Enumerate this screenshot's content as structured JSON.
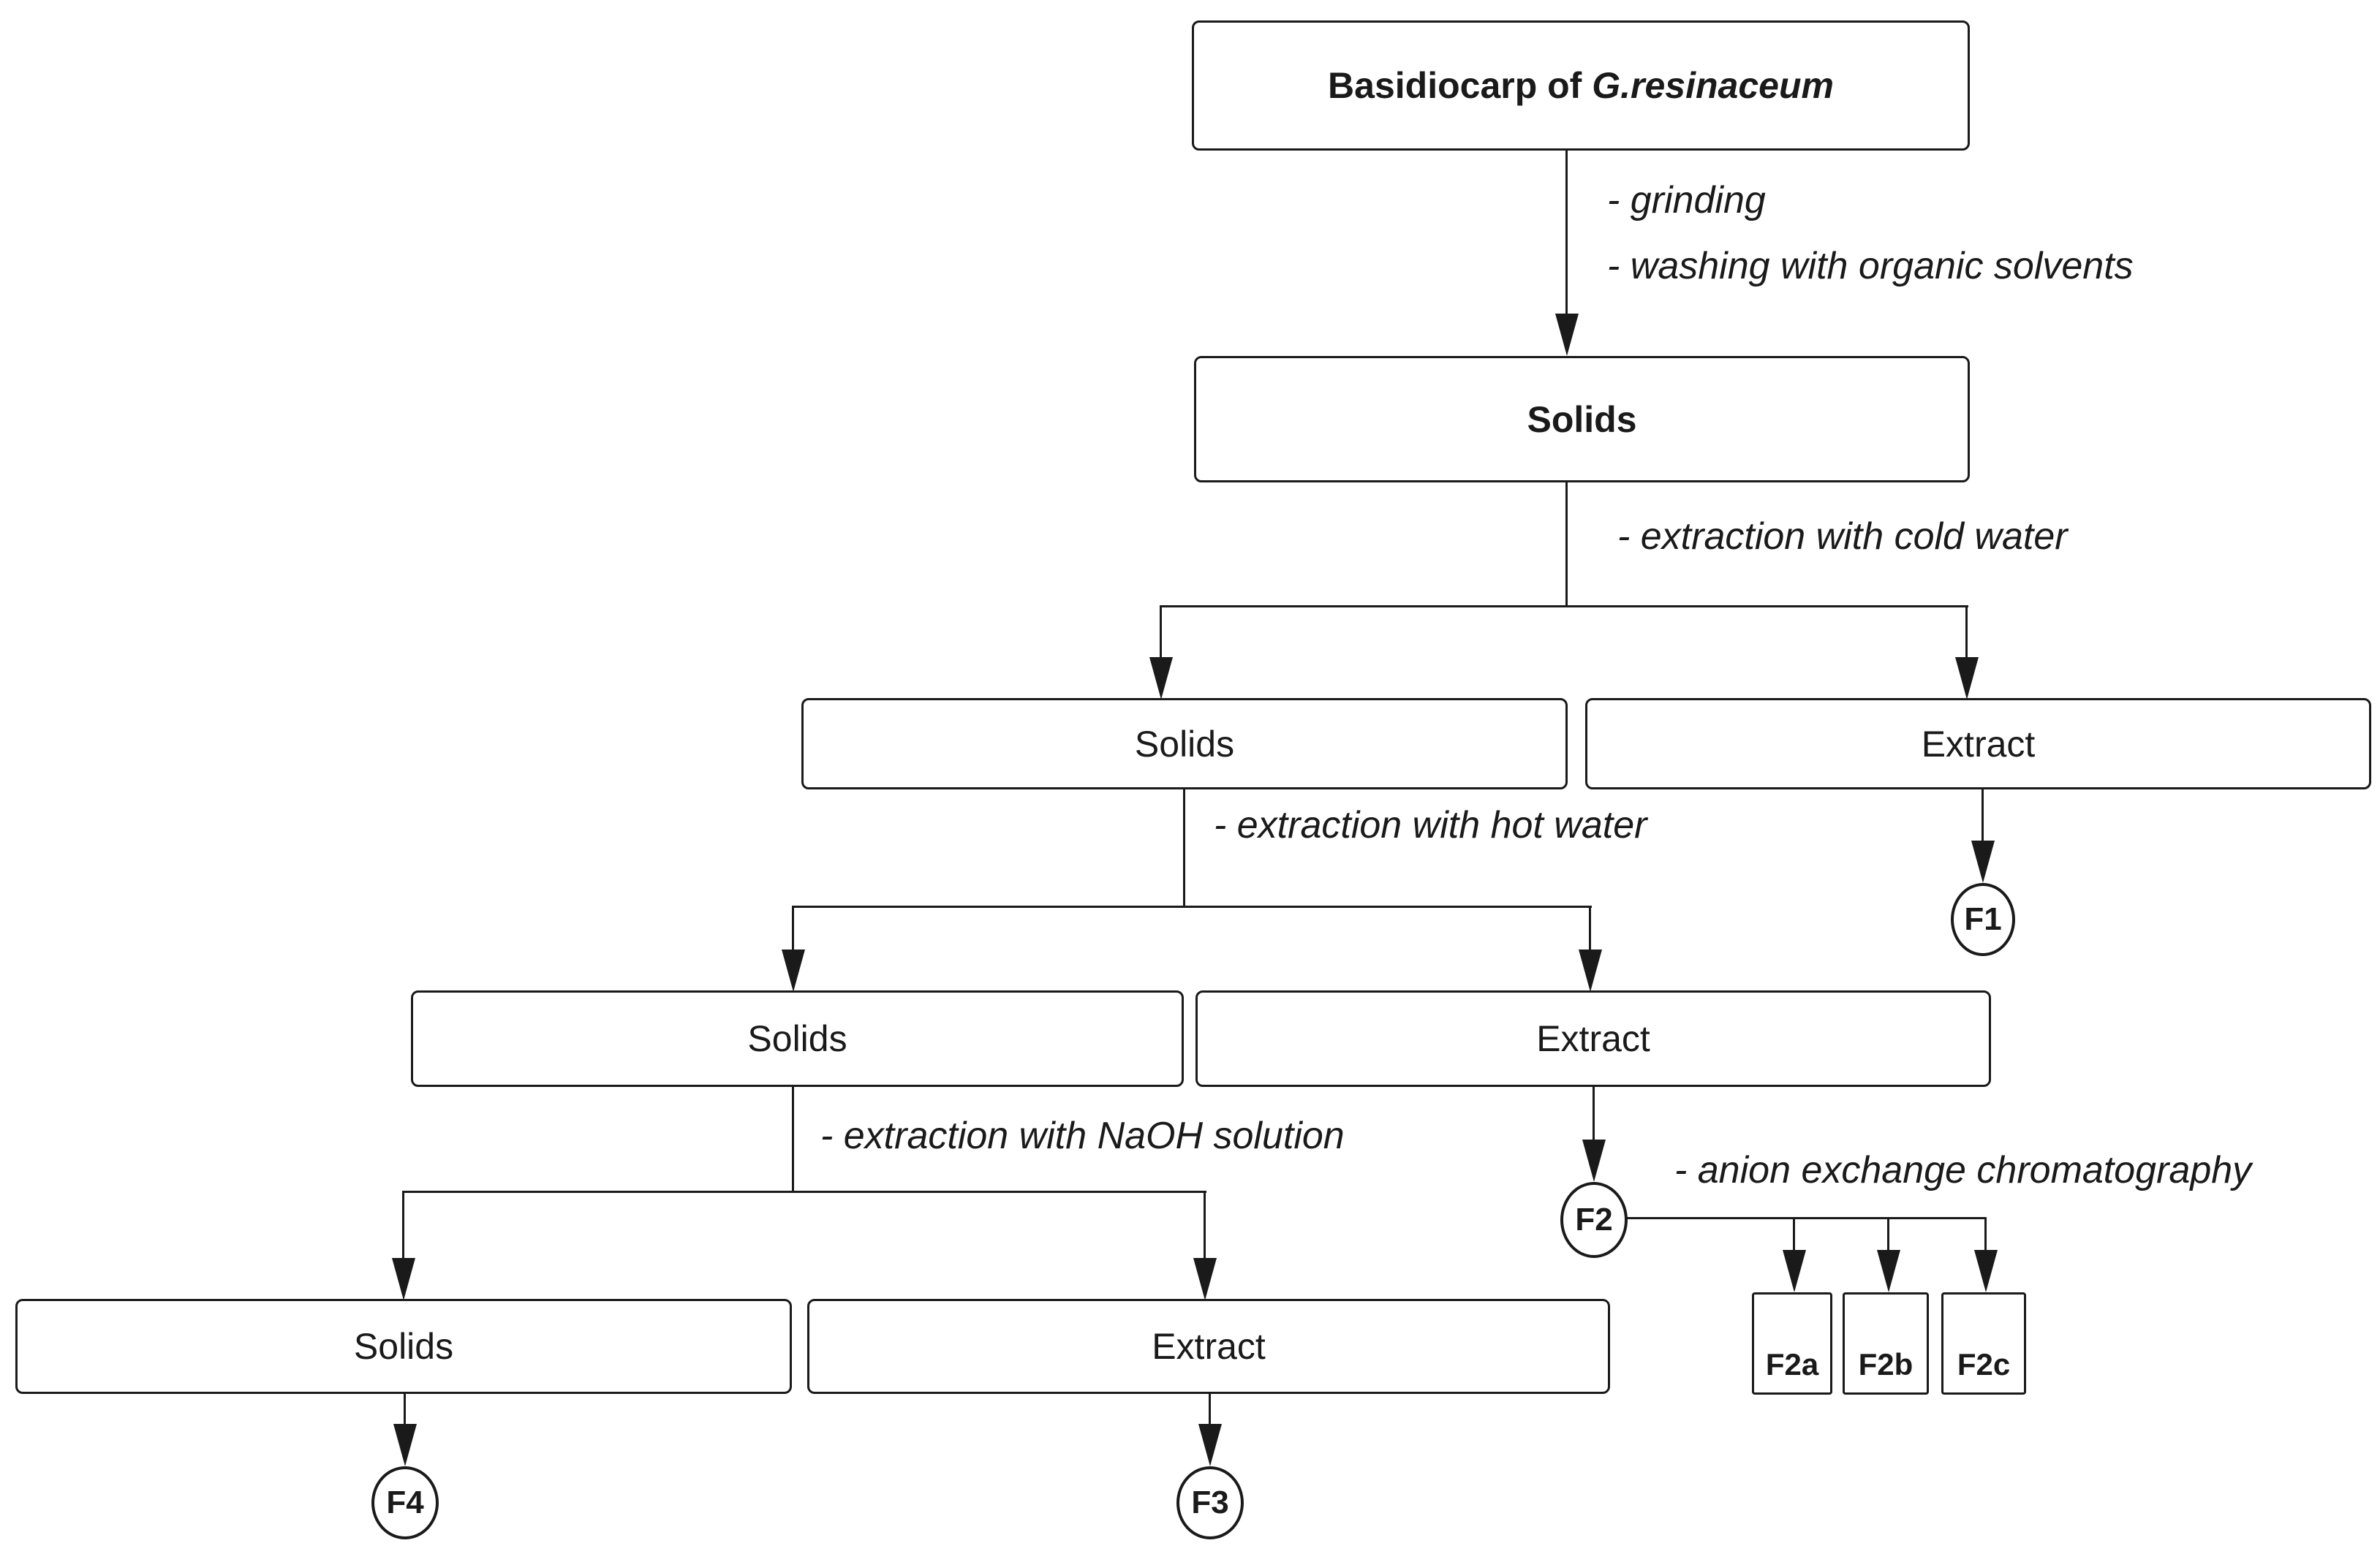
{
  "diagram": {
    "title_node": {
      "prefix": "Basidiocarp of ",
      "species": "G.resinaceum"
    },
    "nodes": {
      "solids_washed": "Solids",
      "solids_after_cold": "Solids",
      "extract_cold": "Extract",
      "solids_after_hot": "Solids",
      "extract_hot": "Extract",
      "solids_after_naoh": "Solids",
      "extract_naoh": "Extract"
    },
    "fractions": {
      "f1": "F1",
      "f2": "F2",
      "f3": "F3",
      "f4": "F4",
      "f2a": "F2a",
      "f2b": "F2b",
      "f2c": "F2c"
    },
    "process_steps": {
      "grinding": "- grinding",
      "washing": "- washing with organic solvents",
      "cold_water": "- extraction with cold water",
      "hot_water": "- extraction with hot water",
      "naoh": "- extraction with NaOH solution",
      "anion_exchange": "- anion exchange chromatography"
    },
    "colors": {
      "line": "#1a1a1a",
      "text": "#1a1a1a",
      "box_background": "#ffffff",
      "page_background": "#ffffff"
    }
  }
}
